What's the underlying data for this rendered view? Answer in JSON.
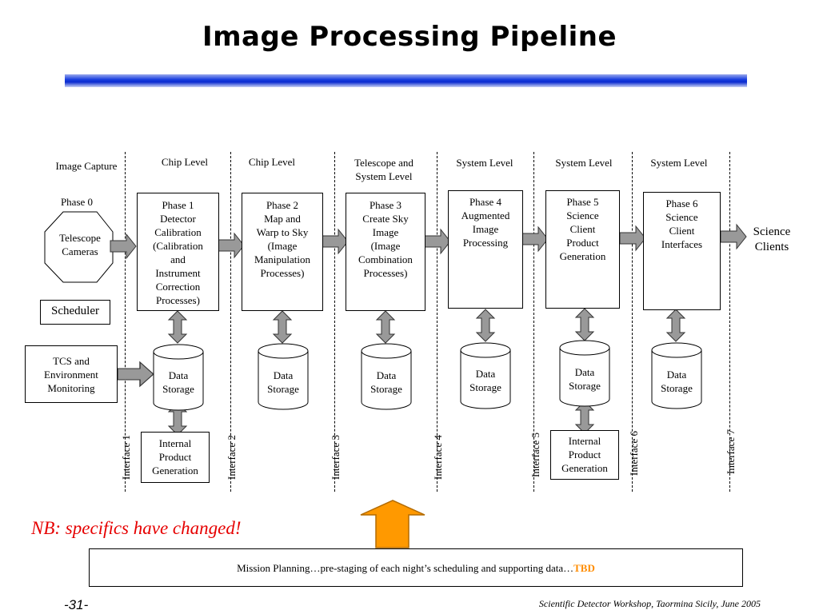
{
  "title": "Image Processing Pipeline",
  "headers": {
    "image_capture": "Image Capture",
    "phase0": "Phase 0",
    "chip1": "Chip Level",
    "chip2": "Chip Level",
    "telescope_line1": "Telescope and",
    "telescope_line2": "System Level",
    "system1": "System Level",
    "system2": "System Level",
    "system3": "System Level"
  },
  "telescope": {
    "line1": "Telescope",
    "line2": "Cameras"
  },
  "scheduler": "Scheduler",
  "tcs": {
    "line1": "TCS and",
    "line2": "Environment",
    "line3": "Monitoring"
  },
  "phases": {
    "p1": [
      "Phase 1",
      "Detector",
      "Calibration",
      "(Calibration",
      "and",
      "Instrument",
      "Correction",
      "Processes)"
    ],
    "p2": [
      "Phase 2",
      "Map  and",
      "Warp to Sky",
      "(Image",
      "Manipulation",
      "Processes)"
    ],
    "p3": [
      "Phase 3",
      "Create Sky",
      "Image",
      "(Image",
      "Combination",
      "Processes)"
    ],
    "p4": [
      "Phase 4",
      "Augmented",
      "Image",
      "Processing"
    ],
    "p5": [
      "Phase 5",
      "Science",
      "Client",
      "Product",
      "Generation"
    ],
    "p6": [
      "Phase 6",
      "Science",
      "Client",
      "Interfaces"
    ]
  },
  "storage": {
    "line1": "Data",
    "line2": "Storage"
  },
  "internal_product": {
    "line1": "Internal",
    "line2": "Product",
    "line3": "Generation"
  },
  "interfaces": [
    "Interface 1",
    "Interface 2",
    "Interface 3",
    "Interface 4",
    "Interface 5",
    "Interface 6",
    "Interface 7"
  ],
  "science_clients": {
    "line1": "Science",
    "line2": "Clients"
  },
  "nb_note": "NB: specifics have changed!",
  "mission": {
    "text": "Mission Planning…pre-staging of each night’s scheduling and supporting data…",
    "tbd": "TBD"
  },
  "page_number": "-31-",
  "footer": "Scientific Detector Workshop, Taormina Sicily, June 2005",
  "colors": {
    "title_bar": "#1a3fe0",
    "arrow_fill": "#999999",
    "up_arrow": "#ff9900",
    "nb_text": "#e60000",
    "tbd": "#ff8c00"
  }
}
